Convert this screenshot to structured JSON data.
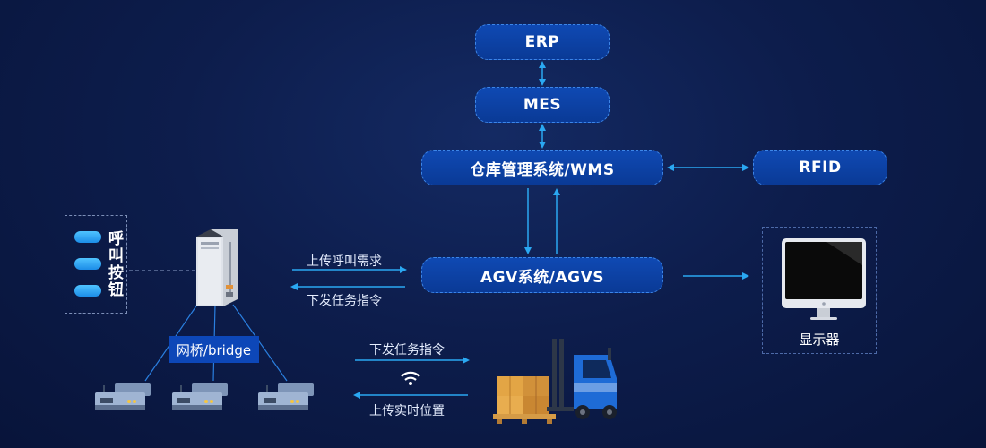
{
  "nodes": {
    "erp": "ERP",
    "mes": "MES",
    "wms": "仓库管理系统/WMS",
    "rfid": "RFID",
    "agvs": "AGV系统/AGVS"
  },
  "edges": {
    "upload_call": "上传呼叫需求",
    "dispatch_task": "下发任务指令",
    "dispatch_task_forklift": "下发任务指令",
    "upload_position": "上传实时位置"
  },
  "call_button": {
    "label": "呼叫按钮"
  },
  "bridge": {
    "label": "网桥/bridge"
  },
  "display": {
    "label": "显示器"
  },
  "icons": [
    "server-tower-icon",
    "wireless-bridge-icon",
    "wifi-icon",
    "monitor-icon",
    "forklift-agv-icon",
    "cargo-boxes-icon"
  ],
  "colors": {
    "background": "#0d1d4c",
    "node_fill": "#0a3a96",
    "node_border": "#3d86e8",
    "arrow": "#2aa8f2",
    "pill": "#1c8de8"
  }
}
